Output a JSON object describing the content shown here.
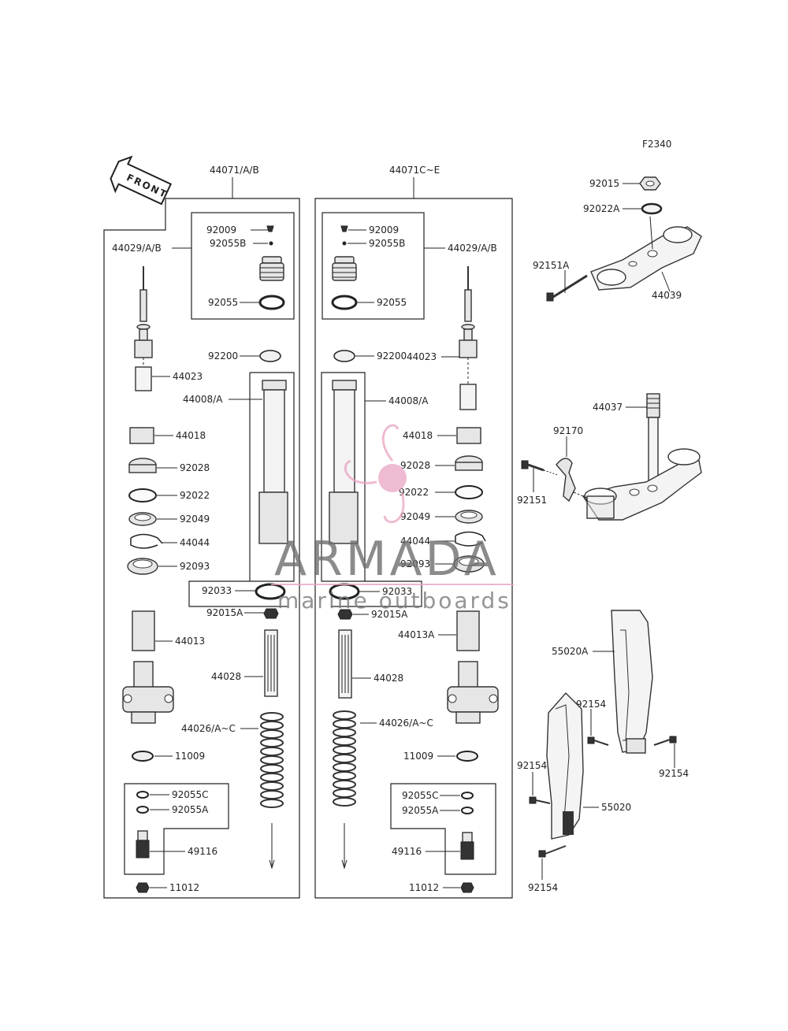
{
  "figure_code": "F2340",
  "front_label": "FRONT",
  "left_assembly": {
    "title": "44071/A/B",
    "labels": {
      "p92009": "92009",
      "p92055B": "92055B",
      "p44029": "44029/A/B",
      "p92055": "92055",
      "p92200": "92200",
      "p44023": "44023",
      "p44008": "44008/A",
      "p44018": "44018",
      "p92028": "92028",
      "p92022": "92022",
      "p92049": "92049",
      "p44044": "44044",
      "p92093": "92093",
      "p92033": "92033",
      "p92015A": "92015A",
      "p44013": "44013",
      "p44028": "44028",
      "p44026": "44026/A~C",
      "p11009": "11009",
      "p92055C": "92055C",
      "p92055A": "92055A",
      "p49116": "49116",
      "p11012": "11012"
    }
  },
  "right_assembly": {
    "title": "44071C~E",
    "labels": {
      "p92009": "92009",
      "p92055B": "92055B",
      "p44029": "44029/A/B",
      "p92055": "92055",
      "p92200": "92200",
      "p44023": "44023",
      "p44008": "44008/A",
      "p44018": "44018",
      "p92028": "92028",
      "p92022": "92022",
      "p92049": "92049",
      "p44044": "44044",
      "p92093": "92093",
      "p92033": "92033",
      "p92015A": "92015A",
      "p44013A": "44013A",
      "p44028": "44028",
      "p44026": "44026/A~C",
      "p11009": "11009",
      "p92055C": "92055C",
      "p92055A": "92055A",
      "p49116": "49116",
      "p11012": "11012"
    }
  },
  "clamp_parts": {
    "p92015": "92015",
    "p92022A": "92022A",
    "p92151A": "92151A",
    "p44039": "44039",
    "p44037": "44037",
    "p92170": "92170",
    "p92151": "92151"
  },
  "guard_parts": {
    "p55020A": "55020A",
    "p92154_a": "92154",
    "p92154_b": "92154",
    "p92154_c": "92154",
    "p55020": "55020",
    "p92154_d": "92154"
  },
  "watermark": {
    "brand": "ARMADA",
    "tagline": "marine outboards",
    "accent_color": "#e9a5c4"
  }
}
